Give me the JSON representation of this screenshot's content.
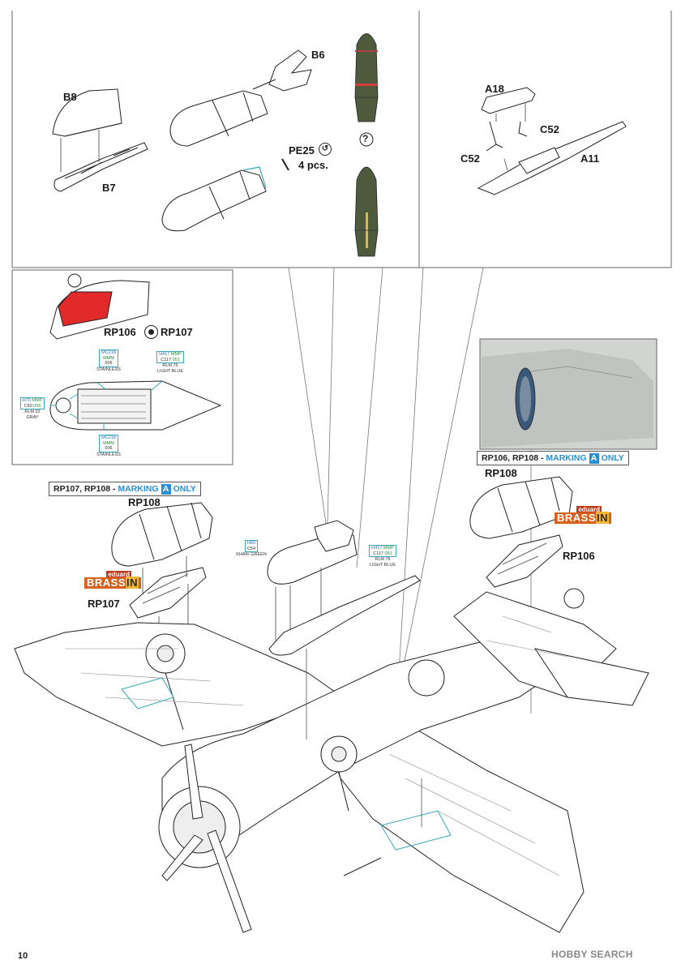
{
  "parts": {
    "b8": "B8",
    "b7": "B7",
    "b6": "B6",
    "pe25": "PE25",
    "pe25_qty": "4 pcs.",
    "a18": "A18",
    "c52_right": "C52",
    "c52_left": "C52",
    "a11": "A11",
    "rp106_rp107": "RP106",
    "rp107_label_b": "RP107",
    "rp108_left": "RP108",
    "rp107_left": "RP107",
    "rp108_right": "RP108",
    "rp106_right": "RP106"
  },
  "symbols": {
    "question": "?",
    "pe_icon": "↺"
  },
  "markings": {
    "left_banner_prefix": "RP107, RP108 - ",
    "right_banner_prefix": "RP106, RP108 - ",
    "marking_word": "MARKING",
    "marking_letter": "A",
    "only_word": "ONLY"
  },
  "brassin": {
    "eduard": "eduard",
    "brass": "BRASS",
    "in": "IN"
  },
  "callouts": {
    "mc218_top": {
      "code": "MC218",
      "brand": "MMM",
      "num": "006",
      "name": "STAINLESS"
    },
    "h417_detail": {
      "code": "H417",
      "brand": "MMP",
      "c": "C117",
      "num": "051",
      "name": "RLM 76",
      "name2": "LIGHT BLUE"
    },
    "h70": {
      "code": "H70",
      "brand": "MMP",
      "c": "C60",
      "num": "056",
      "name": "RLM 02",
      "name2": "GRAY"
    },
    "mc218_bottom": {
      "code": "MC218",
      "brand": "MMM",
      "num": "006",
      "name": "STAINLESS"
    },
    "h60": {
      "code": "H60",
      "c": "C54",
      "name": "KHAKI GREEN"
    },
    "h417_drop": {
      "code": "H417",
      "brand": "MMP",
      "c": "C117",
      "num": "051",
      "name": "RLM 76",
      "name2": "LIGHT BLUE"
    }
  },
  "colors": {
    "bomb_green": "#4d5a3c",
    "red_band": "#d63c3c",
    "yellow_stripe": "#e8b43c",
    "highlight_red": "#e22a2a",
    "callout_blue": "#39a9c0",
    "marking_blue": "#2b8fd4"
  },
  "footer": {
    "page_number": "10",
    "watermark": "HOBBY SEARCH"
  }
}
